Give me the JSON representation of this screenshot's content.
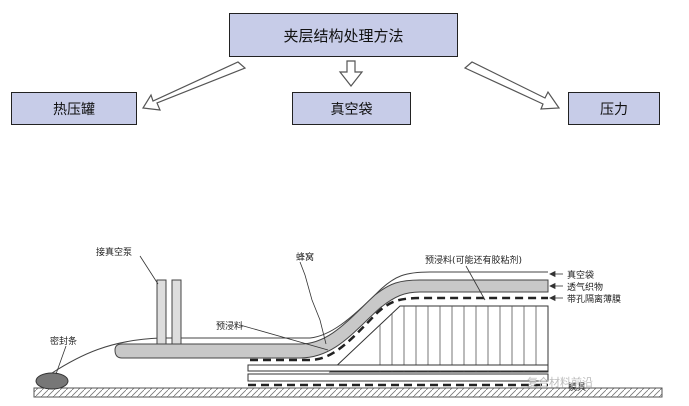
{
  "flow": {
    "root": "夹层结构处理方法",
    "methods": [
      "热压罐",
      "真空袋",
      "压力"
    ]
  },
  "labels": {
    "vacuum_pump": "接真空泵",
    "honeycomb": "蜂窝",
    "prepreg_top": "预浸料(可能还有胶粘剂)",
    "vacuum_bag": "真空袋",
    "breather": "透气织物",
    "perforated_film": "带孔隔离薄膜",
    "prepreg_left": "预浸料",
    "sealant": "密封条",
    "tool_plate": "模具",
    "watermark": "复合材料前沿"
  },
  "colors": {
    "box_fill": "#c7cce8",
    "gray_layer": "#c8c8c8",
    "tool_hatch": "#888888"
  }
}
